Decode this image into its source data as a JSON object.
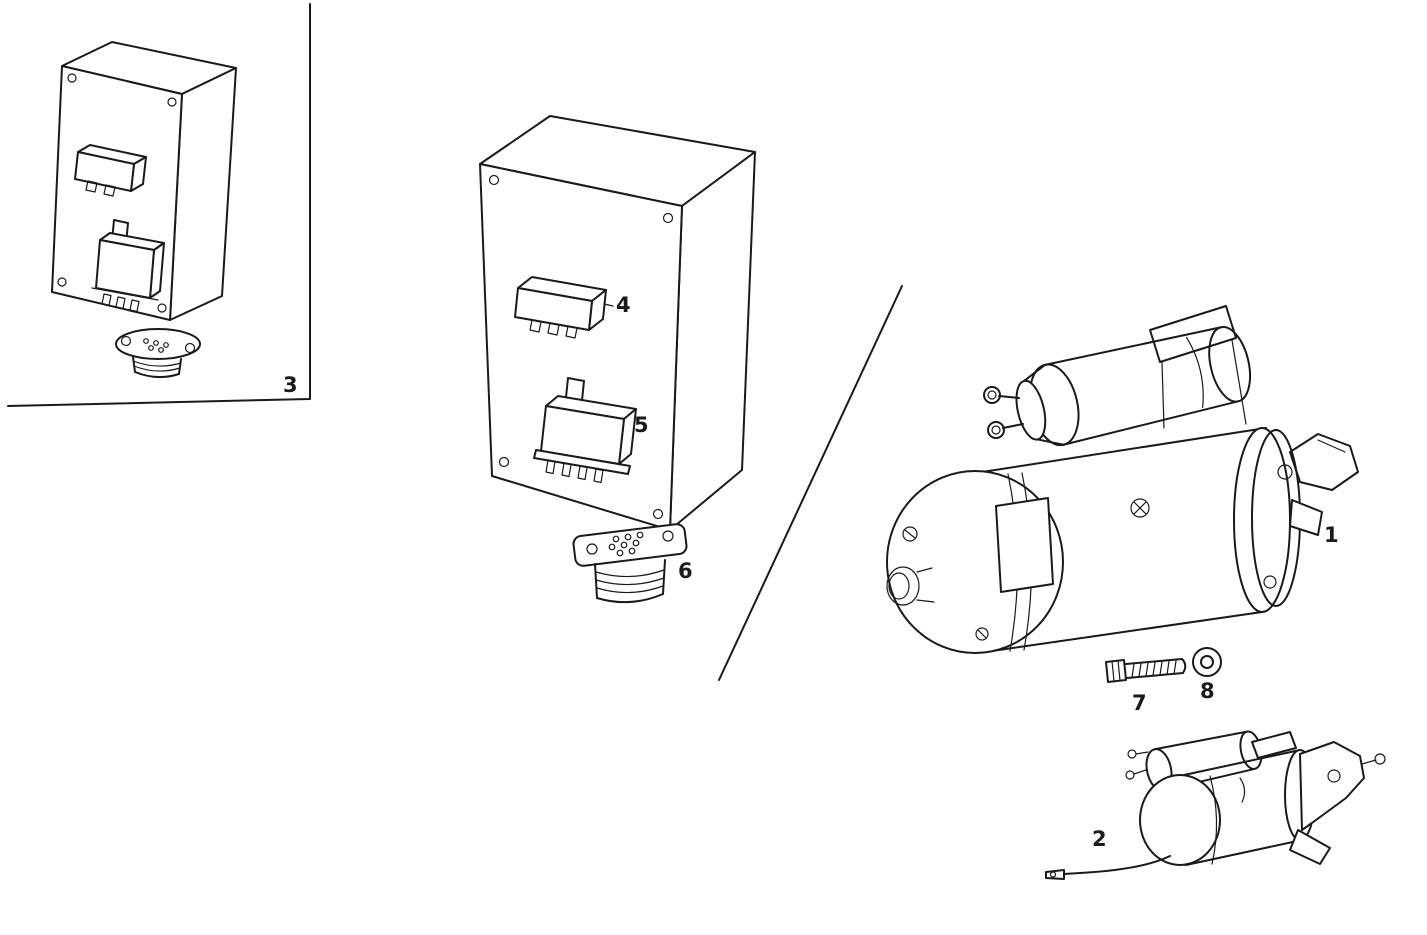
{
  "page": {
    "background": "#ffffff",
    "ink": "#1a1a1a"
  },
  "diagram": {
    "kind": "exploded-parts-line-drawing",
    "subject": "starter-motor-and-control-relays",
    "callouts": [
      {
        "number": "1",
        "part": "starter-motor-main"
      },
      {
        "number": "2",
        "part": "starter-motor-variant"
      },
      {
        "number": "3",
        "part": "relay-box-variant-inset"
      },
      {
        "number": "4",
        "part": "small-relay"
      },
      {
        "number": "5",
        "part": "large-relay"
      },
      {
        "number": "6",
        "part": "multi-pin-connector"
      },
      {
        "number": "7",
        "part": "mounting-bolt"
      },
      {
        "number": "8",
        "part": "washer"
      }
    ]
  }
}
